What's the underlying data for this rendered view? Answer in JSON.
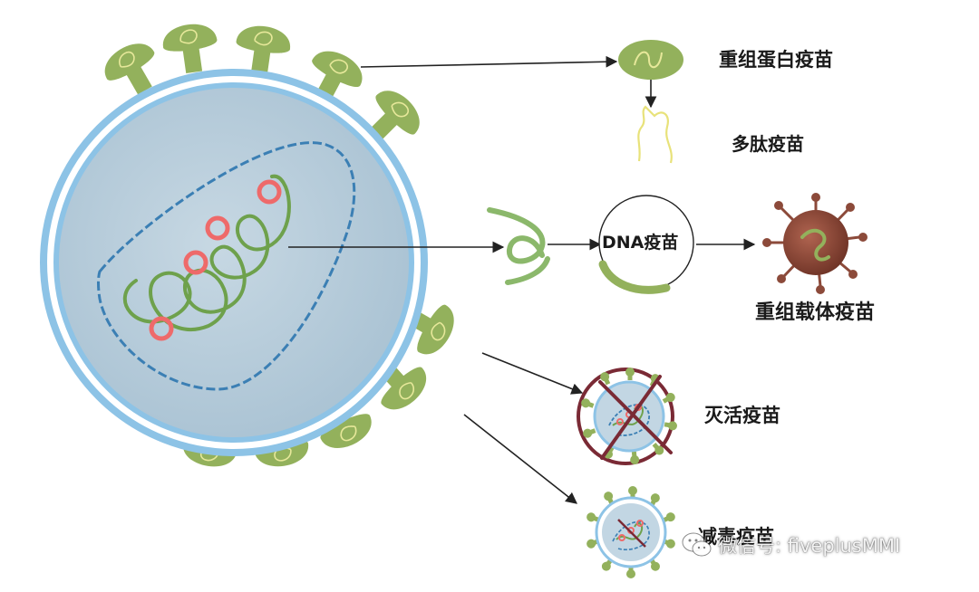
{
  "labels": {
    "recombinant_protein": "重组蛋白疫苗",
    "peptide": "多肽疫苗",
    "dna": "DNA疫苗",
    "recombinant_vector": "重组载体疫苗",
    "inactivated": "灭活疫苗",
    "attenuated": "减毒疫苗"
  },
  "watermark": {
    "text": "微信号: fiveplusMMI",
    "icon": "wechat-icon"
  },
  "colors": {
    "membrane": "#8dc3e6",
    "virus_body": "#b9cfdd",
    "spike": "#93b15c",
    "rna": "#6ea14c",
    "dots": "#ee6a6a",
    "vector_virus": "#8c4a3a",
    "strike": "#7a2a35",
    "arrow": "#222222"
  }
}
